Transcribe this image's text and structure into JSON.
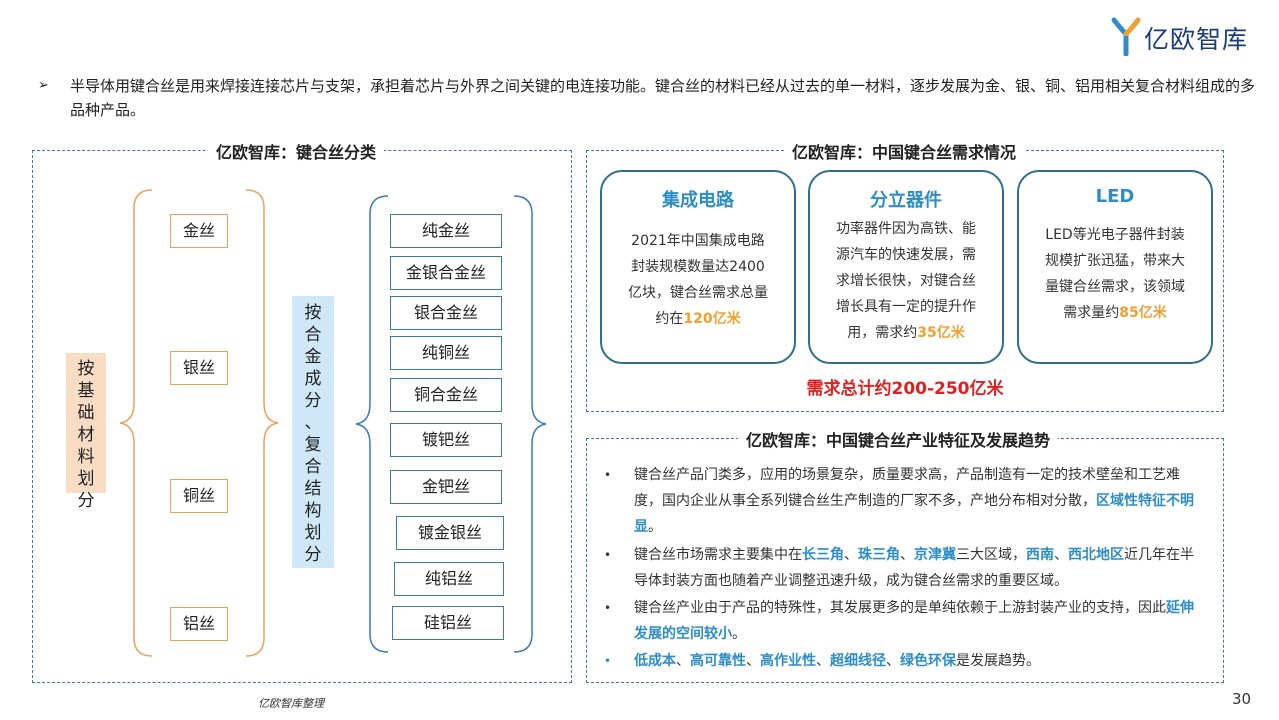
{
  "logo": {
    "brand": "亿欧智库",
    "icon": "yiou-y-logo-icon"
  },
  "intro": {
    "marker": "➢",
    "text": "半导体用键合丝是用来焊接连接芯片与支架，承担着芯片与外界之间关键的电连接功能。键合丝的材料已经从过去的单一材料，逐步发展为金、银、铜、铝用相关复合材料组成的多品种产品。"
  },
  "left_panel": {
    "title": "亿欧智库：键合丝分类",
    "axis1": "按基础材料划分",
    "axis2": "按合金成分、复合结构划分",
    "base_materials": [
      "金丝",
      "银丝",
      "铜丝",
      "铝丝"
    ],
    "products": [
      "纯金丝",
      "金银合金丝",
      "银合金丝",
      "纯铜丝",
      "铜合金丝",
      "镀钯丝",
      "金钯丝",
      "镀金银丝",
      "纯铝丝",
      "硅铝丝"
    ]
  },
  "demand_panel": {
    "title": "亿欧智库：中国键合丝需求情况",
    "cards": [
      {
        "title": "集成电路",
        "lines": [
          "2021年中国集成电路",
          "封装规模数量达2400",
          "亿块，键合丝需求总量"
        ],
        "last_prefix": "约在",
        "highlight": "120亿米",
        "last_suffix": ""
      },
      {
        "title": "分立器件",
        "lines": [
          "功率器件因为高铁、能",
          "源汽车的快速发展，需",
          "求增长很快，对键合丝",
          "增长具有一定的提升作"
        ],
        "last_prefix": "用，需求约",
        "highlight": "35亿米",
        "last_suffix": ""
      },
      {
        "title": "LED",
        "lines": [
          "LED等光电子器件封装",
          "规模扩张迅猛，带来大",
          "量键合丝需求，该领域"
        ],
        "last_prefix": "需求量约",
        "highlight": "85亿米",
        "last_suffix": ""
      }
    ],
    "total": "需求总计约200-250亿米"
  },
  "trend_panel": {
    "title": "亿欧智库：中国键合丝产业特征及发展趋势",
    "b1": {
      "text": "键合丝产品门类多，应用的场景复杂，质量要求高，产品制造有一定的技术壁垒和工艺难度，国内企业从事全系列键合丝生产制造的厂家不多，产地分布相对分散，",
      "hl": "区域性特征不明显",
      "end": "。"
    },
    "b2": {
      "pre": "键合丝市场需求主要集中在",
      "r1": "长三角",
      "s1": "、",
      "r2": "珠三角",
      "s2": "、",
      "r3": "京津冀",
      "mid": "三大区域，",
      "r4": "西南",
      "s3": "、",
      "r5": "西北地区",
      "post": "近几年在半导体封装方面也随着产业调整迅速升级，成为键合丝需求的重要区域。"
    },
    "b3": {
      "text": "键合丝产业由于产品的特殊性，其发展更多的是单纯依赖于上游封装产业的支持，因此",
      "hl": "延伸发展的空间较小",
      "end": "。"
    },
    "b4": {
      "t1": "低成本",
      "s1": "、",
      "t2": "高可靠性",
      "s2": "、",
      "t3": "高作业性",
      "s3": "、",
      "t4": "超细线径",
      "s4": "、",
      "t5": "绿色环保",
      "end": "是发展趋势。"
    }
  },
  "footer": {
    "source": "亿欧智库整理",
    "page": "30"
  },
  "colors": {
    "accent_blue": "#2e8dc6",
    "orange": "#f0a030",
    "red": "#e02020",
    "border_blue": "#3d7ab0",
    "light_blue_fill": "#cfe8f7",
    "peach_fill": "#f9dcc4"
  }
}
